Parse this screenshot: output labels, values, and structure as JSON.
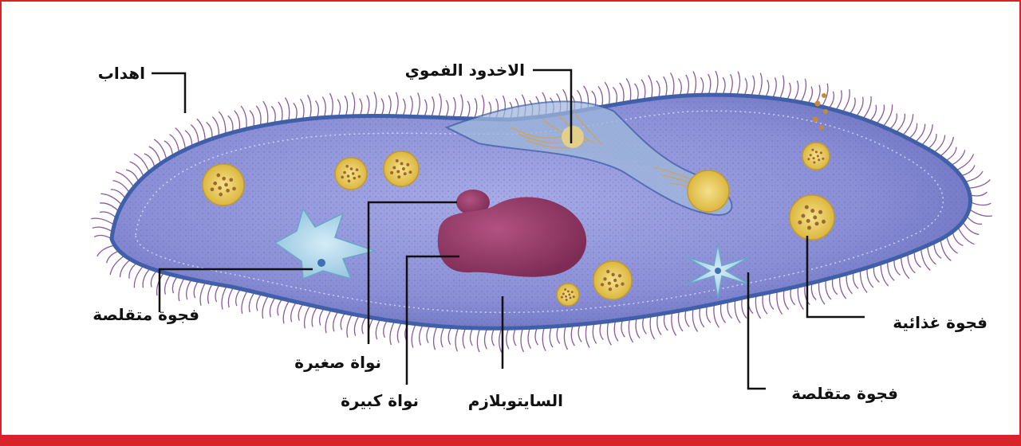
{
  "labels": {
    "cilia": "اهداب",
    "oral_groove": "الاخدود الفموي",
    "contractile_vacuole_left": "فجوة متقلصة",
    "micronucleus": "نواة صغيرة",
    "macronucleus": "نواة كبيرة",
    "cytoplasm": "السايتوبلازم",
    "contractile_vacuole_right": "فجوة متقلصة",
    "food_vacuole": "فجوة غذائية"
  },
  "colors": {
    "frame": "#d8232a",
    "body_fill": "#8a8fd6",
    "membrane": "#3f5fa8",
    "cilia": "#8a5a9c",
    "nucleus": "#9c3d6a",
    "food_vacuole": "#e9c84a",
    "contractile_vacuole": "#a9d3e8"
  }
}
